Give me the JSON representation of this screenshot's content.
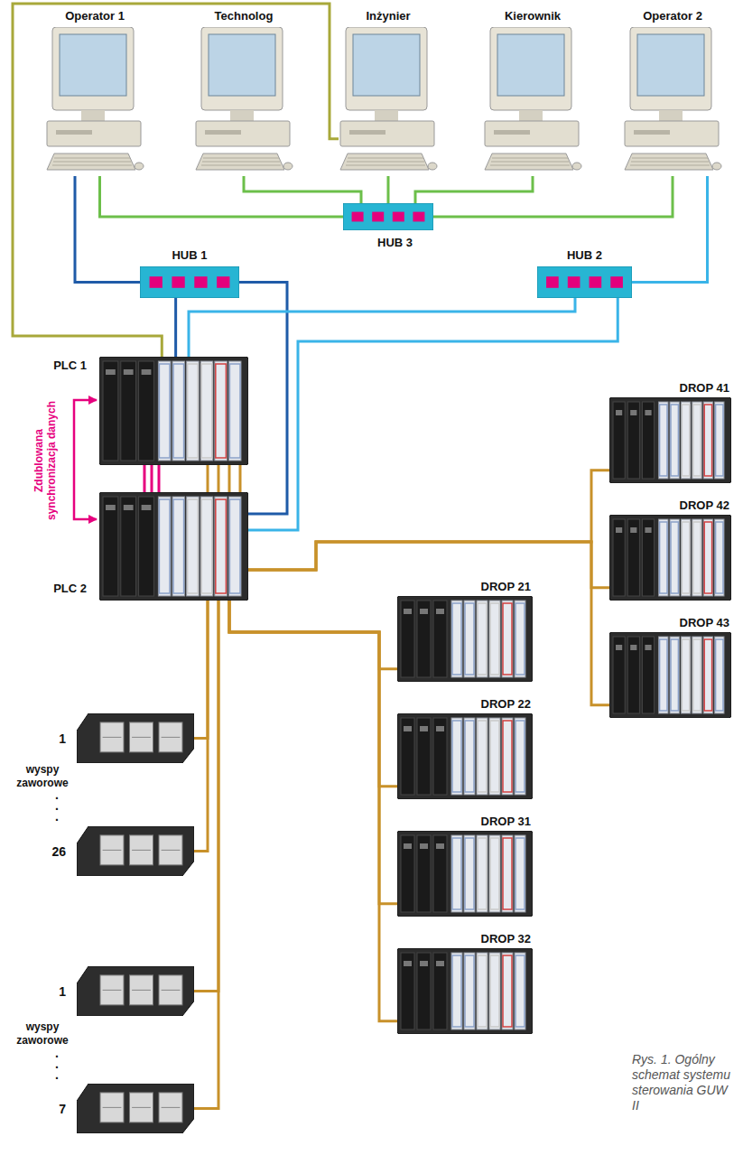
{
  "diagram": {
    "caption": "Rys. 1. Ogólny schemat systemu sterowania GUW II",
    "nodes": [
      {
        "text": [
          "Operator 1"
        ]
      },
      {
        "text": [
          "Technolog"
        ]
      },
      {
        "text": [
          "Inżynier"
        ]
      },
      {
        "text": [
          "Kierownik"
        ]
      },
      {
        "text": [
          "Operator 2"
        ]
      },
      {
        "text": [
          "HUB 3"
        ]
      },
      {
        "text": [
          "HUB 1"
        ]
      },
      {
        "text": [
          "HUB 2"
        ]
      },
      {
        "text": [
          "PLC 1"
        ]
      },
      {
        "text": [
          "PLC 2"
        ]
      },
      {
        "text": [
          "DROP 21"
        ]
      },
      {
        "text": [
          "DROP 22"
        ]
      },
      {
        "text": [
          "DROP 31"
        ]
      },
      {
        "text": [
          "DROP 32"
        ]
      },
      {
        "text": [
          "DROP 41"
        ]
      },
      {
        "text": [
          "DROP 42"
        ]
      },
      {
        "text": [
          "DROP 43"
        ]
      },
      {
        "text": [
          "1"
        ]
      },
      {
        "text": [
          "26"
        ]
      },
      {
        "text": [
          "1"
        ]
      },
      {
        "text": [
          "7"
        ]
      }
    ],
    "edges": [
      {
        "from": 0,
        "to": 6,
        "arrow": "none"
      },
      {
        "from": 0,
        "to": 5,
        "arrow": "none"
      },
      {
        "from": 1,
        "to": 5,
        "arrow": "none"
      },
      {
        "from": 2,
        "to": 5,
        "arrow": "none"
      },
      {
        "from": 3,
        "to": 5,
        "arrow": "none"
      },
      {
        "from": 4,
        "to": 5,
        "arrow": "none"
      },
      {
        "from": 4,
        "to": 7,
        "arrow": "none"
      },
      {
        "from": 2,
        "to": 8,
        "arrow": "none"
      },
      {
        "from": 6,
        "to": 8,
        "arrow": "none"
      },
      {
        "from": 6,
        "to": 9,
        "arrow": "none"
      },
      {
        "from": 7,
        "to": 8,
        "arrow": "none"
      },
      {
        "from": 7,
        "to": 9,
        "arrow": "none"
      },
      {
        "from": 8,
        "to": 9,
        "label": "Zdublowana synchronizacja danych",
        "arrow": "both"
      },
      {
        "from": 9,
        "to": 10,
        "arrow": "none"
      },
      {
        "from": 9,
        "to": 11,
        "arrow": "none"
      },
      {
        "from": 9,
        "to": 12,
        "arrow": "none"
      },
      {
        "from": 9,
        "to": 13,
        "arrow": "none"
      },
      {
        "from": 9,
        "to": 14,
        "arrow": "none"
      },
      {
        "from": 9,
        "to": 15,
        "arrow": "none"
      },
      {
        "from": 9,
        "to": 16,
        "arrow": "none"
      },
      {
        "from": 9,
        "to": 17,
        "arrow": "none"
      },
      {
        "from": 9,
        "to": 18,
        "arrow": "none"
      },
      {
        "from": 9,
        "to": 19,
        "arrow": "none"
      },
      {
        "from": 9,
        "to": 20,
        "arrow": "none"
      }
    ],
    "labels": [
      "wyspy zaworowe",
      ".",
      ".",
      ".",
      "wyspy zaworowe",
      ".",
      ".",
      "."
    ]
  }
}
